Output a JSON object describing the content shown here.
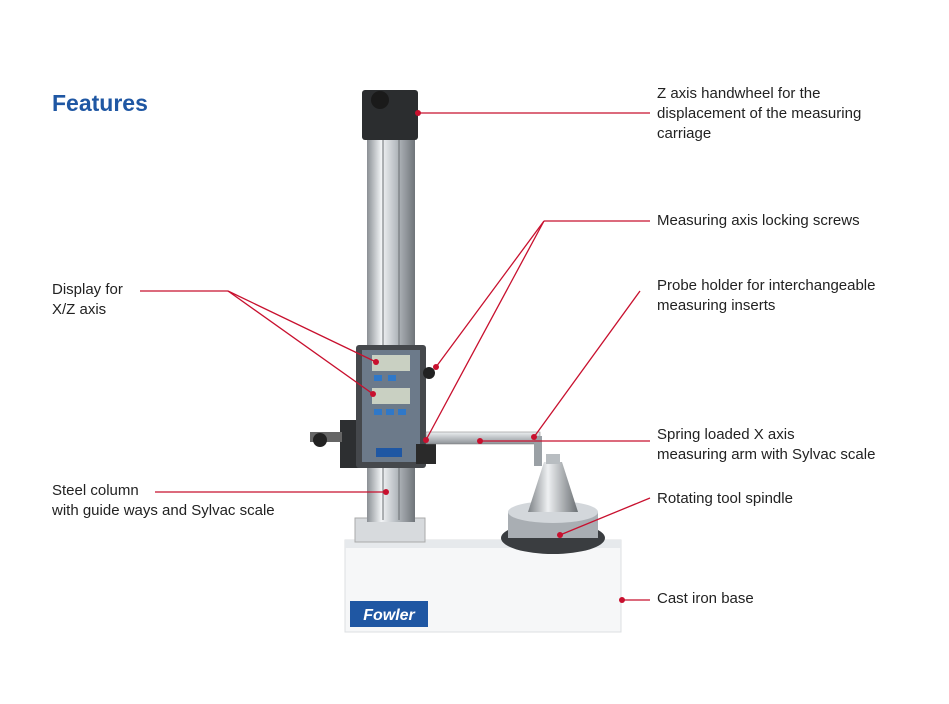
{
  "title": "Features",
  "brand_logo": "Fowler",
  "labels": {
    "z_handwheel": "Z axis handwheel for the\ndisplacement of the measuring\ncarriage",
    "locking_screws": "Measuring axis locking screws",
    "probe_holder": "Probe holder for interchangeable\nmeasuring inserts",
    "x_arm": "Spring loaded X axis\nmeasuring arm with Sylvac scale",
    "spindle": "Rotating tool spindle",
    "base": "Cast iron base",
    "display": "Display for\nX/Z axis",
    "column": "Steel column\nwith guide ways and Sylvac scale"
  },
  "colors": {
    "leader": "#c8102e",
    "title": "#1f57a3",
    "logo": "#1f57a3"
  }
}
